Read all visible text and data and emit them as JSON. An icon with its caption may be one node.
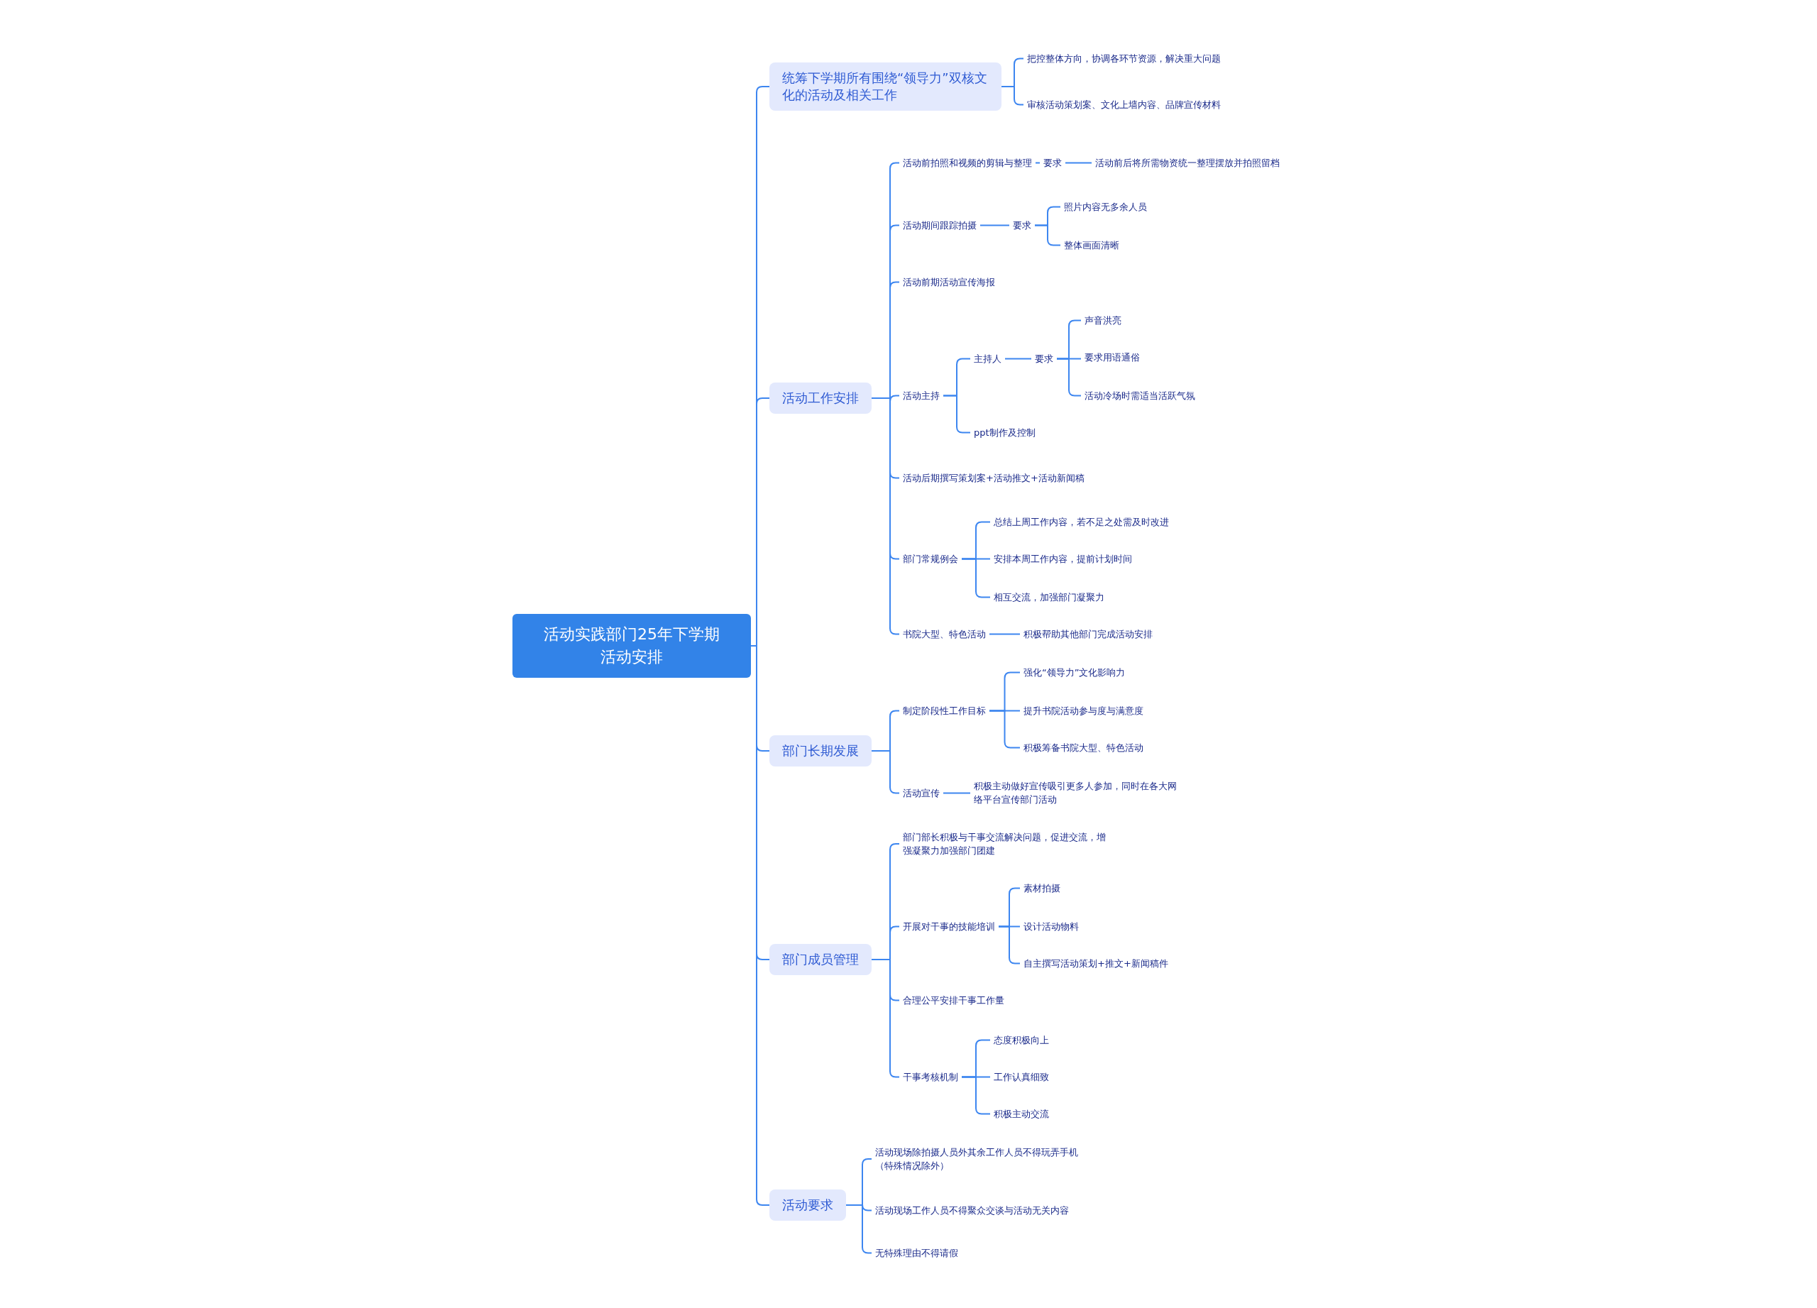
{
  "diagram": {
    "nodes": [
      {
        "text": [
          "活动实践部门25年下学期活动安排"
        ]
      },
      {
        "text": [
          "统筹下学期所有围绕“领导力”双核文化的活动及相关工作"
        ]
      },
      {
        "text": [
          "把控整体方向，协调各环节资源，解决重大问题"
        ]
      },
      {
        "text": [
          "审核活动策划案、文化上墙内容、品牌宣传材料"
        ]
      },
      {
        "text": [
          "活动工作安排"
        ]
      },
      {
        "text": [
          "活动前拍照和视频的剪辑与整理"
        ]
      },
      {
        "text": [
          "要求"
        ]
      },
      {
        "text": [
          "活动前后将所需物资统一整理摆放并拍照留档"
        ]
      },
      {
        "text": [
          "活动期间跟踪拍摄"
        ]
      },
      {
        "text": [
          "要求"
        ]
      },
      {
        "text": [
          "照片内容无多余人员"
        ]
      },
      {
        "text": [
          "整体画面清晰"
        ]
      },
      {
        "text": [
          "活动前期活动宣传海报"
        ]
      },
      {
        "text": [
          "活动主持"
        ]
      },
      {
        "text": [
          "主持人"
        ]
      },
      {
        "text": [
          "要求"
        ]
      },
      {
        "text": [
          "声音洪亮"
        ]
      },
      {
        "text": [
          "要求用语通俗"
        ]
      },
      {
        "text": [
          "活动冷场时需适当活跃气氛"
        ]
      },
      {
        "text": [
          "ppt制作及控制"
        ]
      },
      {
        "text": [
          "活动后期撰写策划案+活动推文+活动新闻稿"
        ]
      },
      {
        "text": [
          "部门常规例会"
        ]
      },
      {
        "text": [
          "总结上周工作内容，若不足之处需及时改进"
        ]
      },
      {
        "text": [
          "安排本周工作内容，提前计划时间"
        ]
      },
      {
        "text": [
          "相互交流，加强部门凝聚力"
        ]
      },
      {
        "text": [
          "书院大型、特色活动"
        ]
      },
      {
        "text": [
          "积极帮助其他部门完成活动安排"
        ]
      },
      {
        "text": [
          "部门长期发展"
        ]
      },
      {
        "text": [
          "制定阶段性工作目标"
        ]
      },
      {
        "text": [
          "强化“领导力”文化影响力"
        ]
      },
      {
        "text": [
          "提升书院活动参与度与满意度"
        ]
      },
      {
        "text": [
          "积极筹备书院大型、特色活动"
        ]
      },
      {
        "text": [
          "活动宣传"
        ]
      },
      {
        "text": [
          "积极主动做好宣传吸引更多人参加，同时在各大网络平台宣传部门活动"
        ]
      },
      {
        "text": [
          "部门成员管理"
        ]
      },
      {
        "text": [
          "部门部长积极与干事交流解决问题，促进交流，增强凝聚力加强部门团建"
        ]
      },
      {
        "text": [
          "开展对干事的技能培训"
        ]
      },
      {
        "text": [
          "素材拍摄"
        ]
      },
      {
        "text": [
          "设计活动物料"
        ]
      },
      {
        "text": [
          "自主撰写活动策划+推文+新闻稿件"
        ]
      },
      {
        "text": [
          "合理公平安排干事工作量"
        ]
      },
      {
        "text": [
          "干事考核机制"
        ]
      },
      {
        "text": [
          "态度积极向上"
        ]
      },
      {
        "text": [
          "工作认真细致"
        ]
      },
      {
        "text": [
          "积极主动交流"
        ]
      },
      {
        "text": [
          "活动要求"
        ]
      },
      {
        "text": [
          "活动现场除拍摄人员外其余工作人员不得玩弄手机（特殊情况除外）"
        ]
      },
      {
        "text": [
          "活动现场工作人员不得聚众交谈与活动无关内容"
        ]
      },
      {
        "text": [
          "无特殊理由不得请假"
        ]
      }
    ],
    "edges": [
      {
        "from": 0,
        "to": 1,
        "arrow": "none"
      },
      {
        "from": 1,
        "to": 2,
        "arrow": "none"
      },
      {
        "from": 1,
        "to": 3,
        "arrow": "none"
      },
      {
        "from": 0,
        "to": 4,
        "arrow": "none"
      },
      {
        "from": 4,
        "to": 5,
        "arrow": "none"
      },
      {
        "from": 5,
        "to": 6,
        "arrow": "none"
      },
      {
        "from": 6,
        "to": 7,
        "arrow": "none"
      },
      {
        "from": 4,
        "to": 8,
        "arrow": "none"
      },
      {
        "from": 8,
        "to": 9,
        "arrow": "none"
      },
      {
        "from": 9,
        "to": 10,
        "arrow": "none"
      },
      {
        "from": 9,
        "to": 11,
        "arrow": "none"
      },
      {
        "from": 4,
        "to": 12,
        "arrow": "none"
      },
      {
        "from": 4,
        "to": 13,
        "arrow": "none"
      },
      {
        "from": 13,
        "to": 14,
        "arrow": "none"
      },
      {
        "from": 14,
        "to": 15,
        "arrow": "none"
      },
      {
        "from": 15,
        "to": 16,
        "arrow": "none"
      },
      {
        "from": 15,
        "to": 17,
        "arrow": "none"
      },
      {
        "from": 15,
        "to": 18,
        "arrow": "none"
      },
      {
        "from": 13,
        "to": 19,
        "arrow": "none"
      },
      {
        "from": 4,
        "to": 20,
        "arrow": "none"
      },
      {
        "from": 4,
        "to": 21,
        "arrow": "none"
      },
      {
        "from": 21,
        "to": 22,
        "arrow": "none"
      },
      {
        "from": 21,
        "to": 23,
        "arrow": "none"
      },
      {
        "from": 21,
        "to": 24,
        "arrow": "none"
      },
      {
        "from": 4,
        "to": 25,
        "arrow": "none"
      },
      {
        "from": 25,
        "to": 26,
        "arrow": "none"
      },
      {
        "from": 0,
        "to": 27,
        "arrow": "none"
      },
      {
        "from": 27,
        "to": 28,
        "arrow": "none"
      },
      {
        "from": 28,
        "to": 29,
        "arrow": "none"
      },
      {
        "from": 28,
        "to": 30,
        "arrow": "none"
      },
      {
        "from": 28,
        "to": 31,
        "arrow": "none"
      },
      {
        "from": 27,
        "to": 32,
        "arrow": "none"
      },
      {
        "from": 32,
        "to": 33,
        "arrow": "none"
      },
      {
        "from": 0,
        "to": 34,
        "arrow": "none"
      },
      {
        "from": 34,
        "to": 35,
        "arrow": "none"
      },
      {
        "from": 34,
        "to": 36,
        "arrow": "none"
      },
      {
        "from": 36,
        "to": 37,
        "arrow": "none"
      },
      {
        "from": 36,
        "to": 38,
        "arrow": "none"
      },
      {
        "from": 36,
        "to": 39,
        "arrow": "none"
      },
      {
        "from": 34,
        "to": 40,
        "arrow": "none"
      },
      {
        "from": 34,
        "to": 41,
        "arrow": "none"
      },
      {
        "from": 41,
        "to": 42,
        "arrow": "none"
      },
      {
        "from": 41,
        "to": 43,
        "arrow": "none"
      },
      {
        "from": 41,
        "to": 44,
        "arrow": "none"
      },
      {
        "from": 0,
        "to": 45,
        "arrow": "none"
      },
      {
        "from": 45,
        "to": 46,
        "arrow": "none"
      },
      {
        "from": 45,
        "to": 47,
        "arrow": "none"
      },
      {
        "from": 45,
        "to": 48,
        "arrow": "none"
      }
    ]
  }
}
